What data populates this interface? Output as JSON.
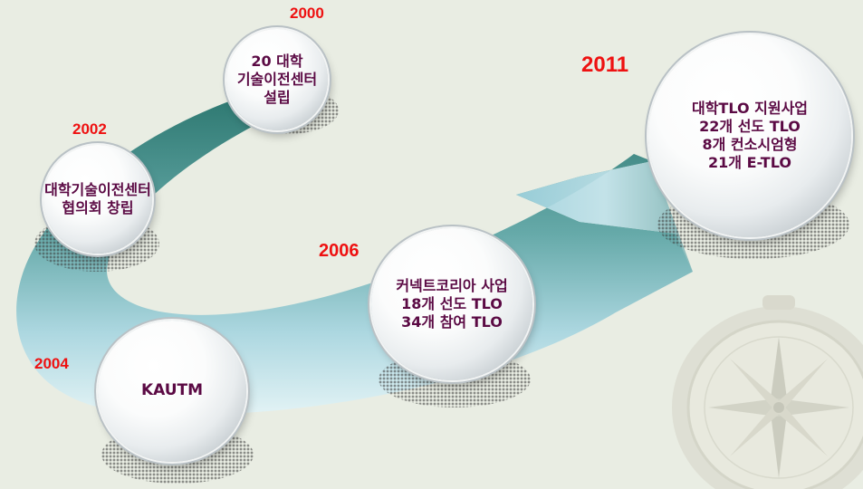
{
  "milestones": [
    {
      "year": "2000",
      "lines": [
        "20 대학",
        "기술이전센터",
        "설립"
      ]
    },
    {
      "year": "2002",
      "lines": [
        "대학기술이전센터",
        "협의회 창립"
      ]
    },
    {
      "year": "2004",
      "lines": [
        "KAUTM"
      ]
    },
    {
      "year": "2006",
      "lines": [
        "커넥트코리아 사업",
        "18개 선도 TLO",
        "34개 참여 TLO"
      ]
    },
    {
      "year": "2011",
      "lines": [
        "대학TLO 지원사업",
        "22개  선도 TLO",
        "8개  컨소시엄형",
        "21개 E-TLO"
      ]
    }
  ],
  "colors": {
    "year_text": "#ee1111",
    "label_text": "#5b0a44",
    "arrow_dark": "#2e7c73",
    "arrow_light": "#d6eef3"
  },
  "background_icon": "compass-icon"
}
